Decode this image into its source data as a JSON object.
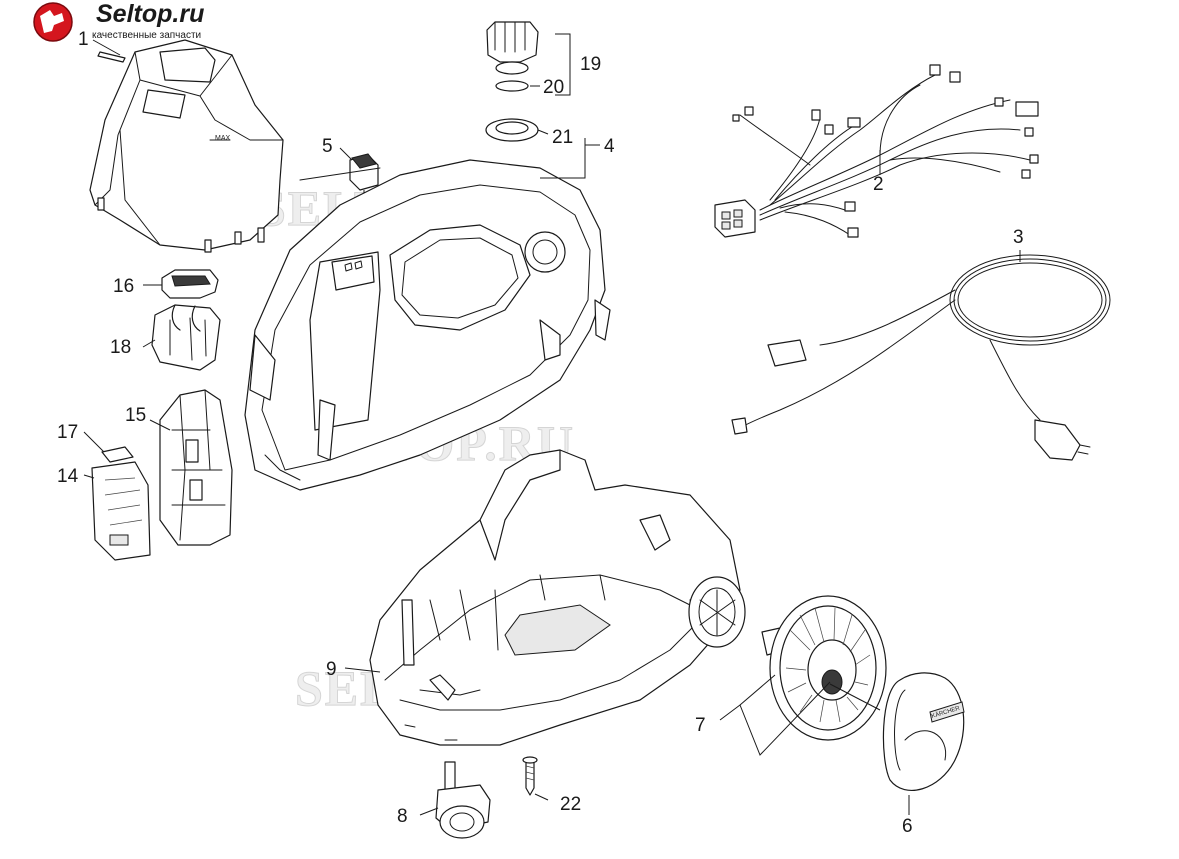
{
  "brand": {
    "name": "Seltop.ru",
    "tagline": "качественные запчасти",
    "accent": "#d4161e",
    "text_color": "#1a1a1a"
  },
  "watermarks": [
    "SELTOP.RU",
    "SELTOP.RU",
    "SELTOP.RU"
  ],
  "callouts": [
    {
      "id": "p1",
      "label": "1"
    },
    {
      "id": "p2",
      "label": "2"
    },
    {
      "id": "p3",
      "label": "3"
    },
    {
      "id": "p4",
      "label": "4"
    },
    {
      "id": "p5",
      "label": "5"
    },
    {
      "id": "p6",
      "label": "6"
    },
    {
      "id": "p7",
      "label": "7"
    },
    {
      "id": "p8",
      "label": "8"
    },
    {
      "id": "p9",
      "label": "9"
    },
    {
      "id": "p14",
      "label": "14"
    },
    {
      "id": "p15",
      "label": "15"
    },
    {
      "id": "p16",
      "label": "16"
    },
    {
      "id": "p17",
      "label": "17"
    },
    {
      "id": "p18",
      "label": "18"
    },
    {
      "id": "p19",
      "label": "19"
    },
    {
      "id": "p20",
      "label": "20"
    },
    {
      "id": "p21",
      "label": "21"
    },
    {
      "id": "p22",
      "label": "22"
    }
  ],
  "part_text": {
    "top_cover_mark": "MAX",
    "hubcap_brand": "KÄRCHER"
  }
}
